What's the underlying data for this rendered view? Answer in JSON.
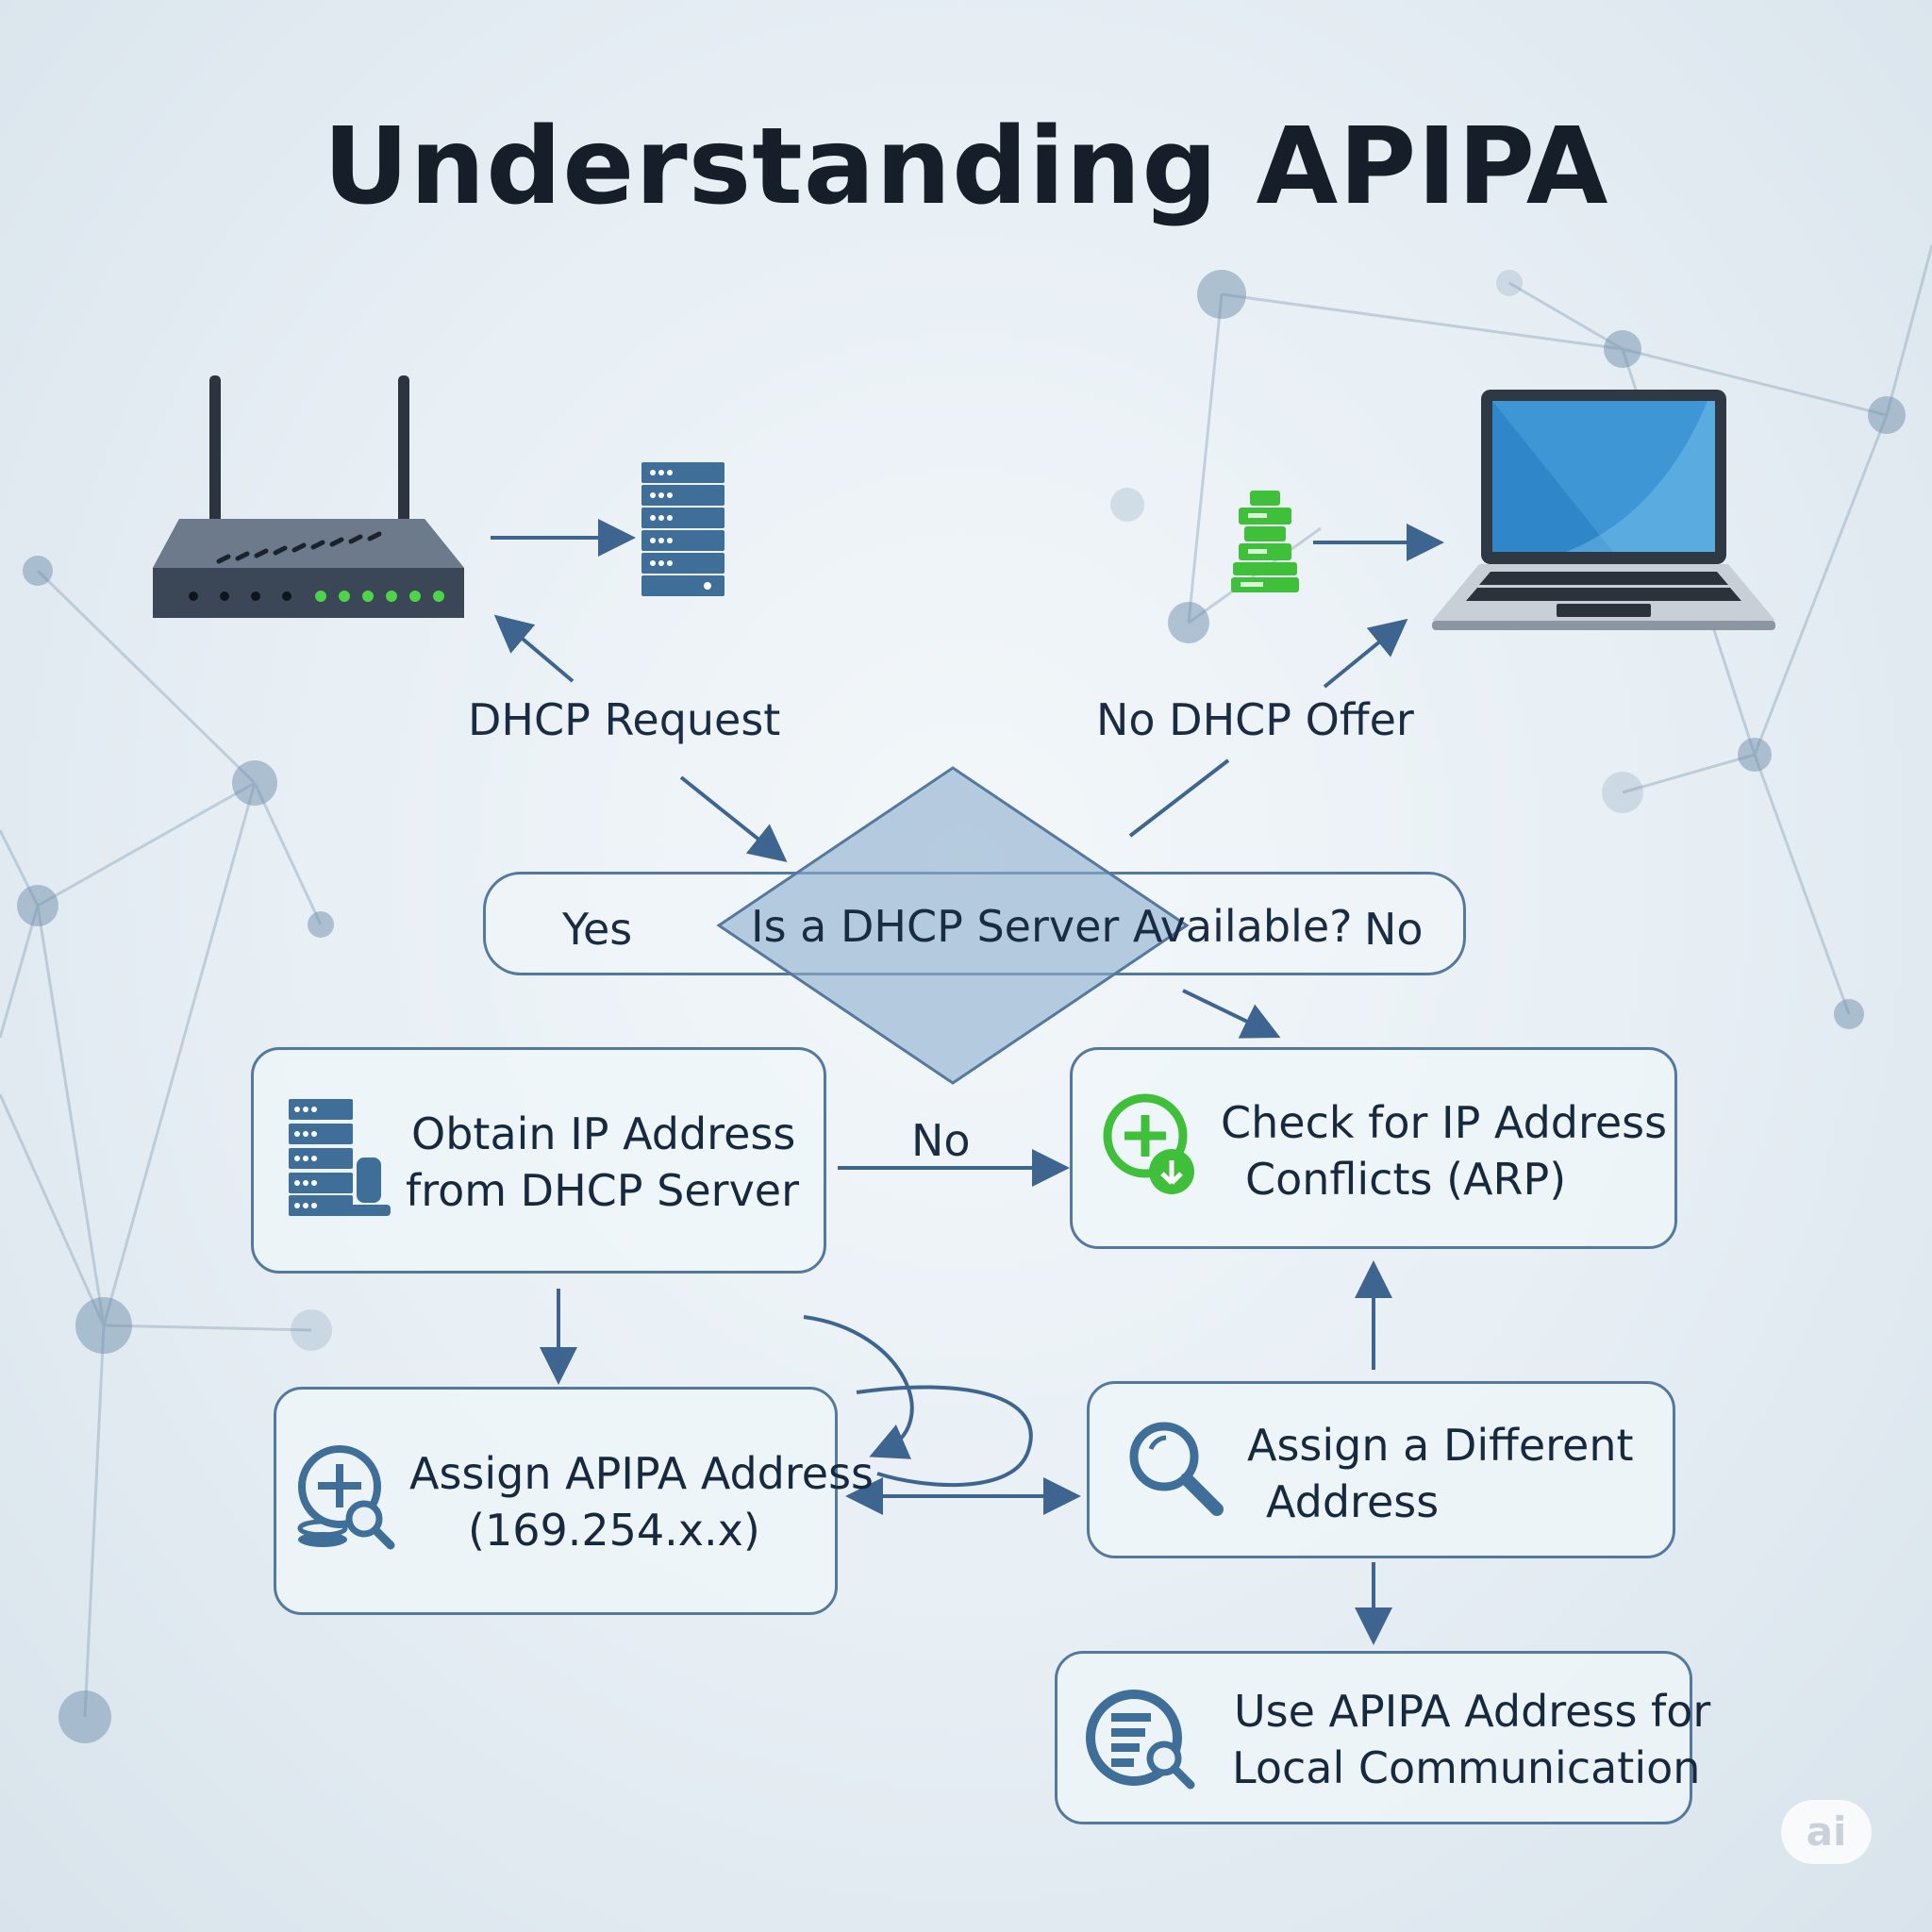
{
  "title": "Understanding APIPA",
  "labels": {
    "dhcp_request": "DHCP Request",
    "no_dhcp_offer": "No DHCP Offer",
    "yes": "Yes",
    "decision_question": "Is a DHCP Server Available?",
    "no_right": "No",
    "no_middle": "No"
  },
  "boxes": {
    "obtain_ip": [
      "Obtain IP Address",
      "from DHCP Server"
    ],
    "check_conflicts": [
      "Check for IP Address",
      "Conflicts (ARP)"
    ],
    "assign_apipa": [
      "Assign APIPA Address",
      "(169.254.x.x)"
    ],
    "assign_different": [
      "Assign a Different",
      "Address"
    ],
    "use_apipa": [
      "Use APIPA Address for",
      "Local Communication"
    ]
  },
  "badge": "ai",
  "colors": {
    "accent_blue": "#3f6e98",
    "arrow_blue": "#3d6590",
    "green": "#3fbf3a",
    "border": "#55799e",
    "title": "#161e29"
  },
  "icons": {
    "router": "router-icon",
    "server": "server-rack-icon",
    "green_server": "green-server-icon",
    "laptop": "laptop-icon",
    "add_network": "add-network-icon",
    "search": "magnifier-icon",
    "database_search": "database-search-icon"
  }
}
